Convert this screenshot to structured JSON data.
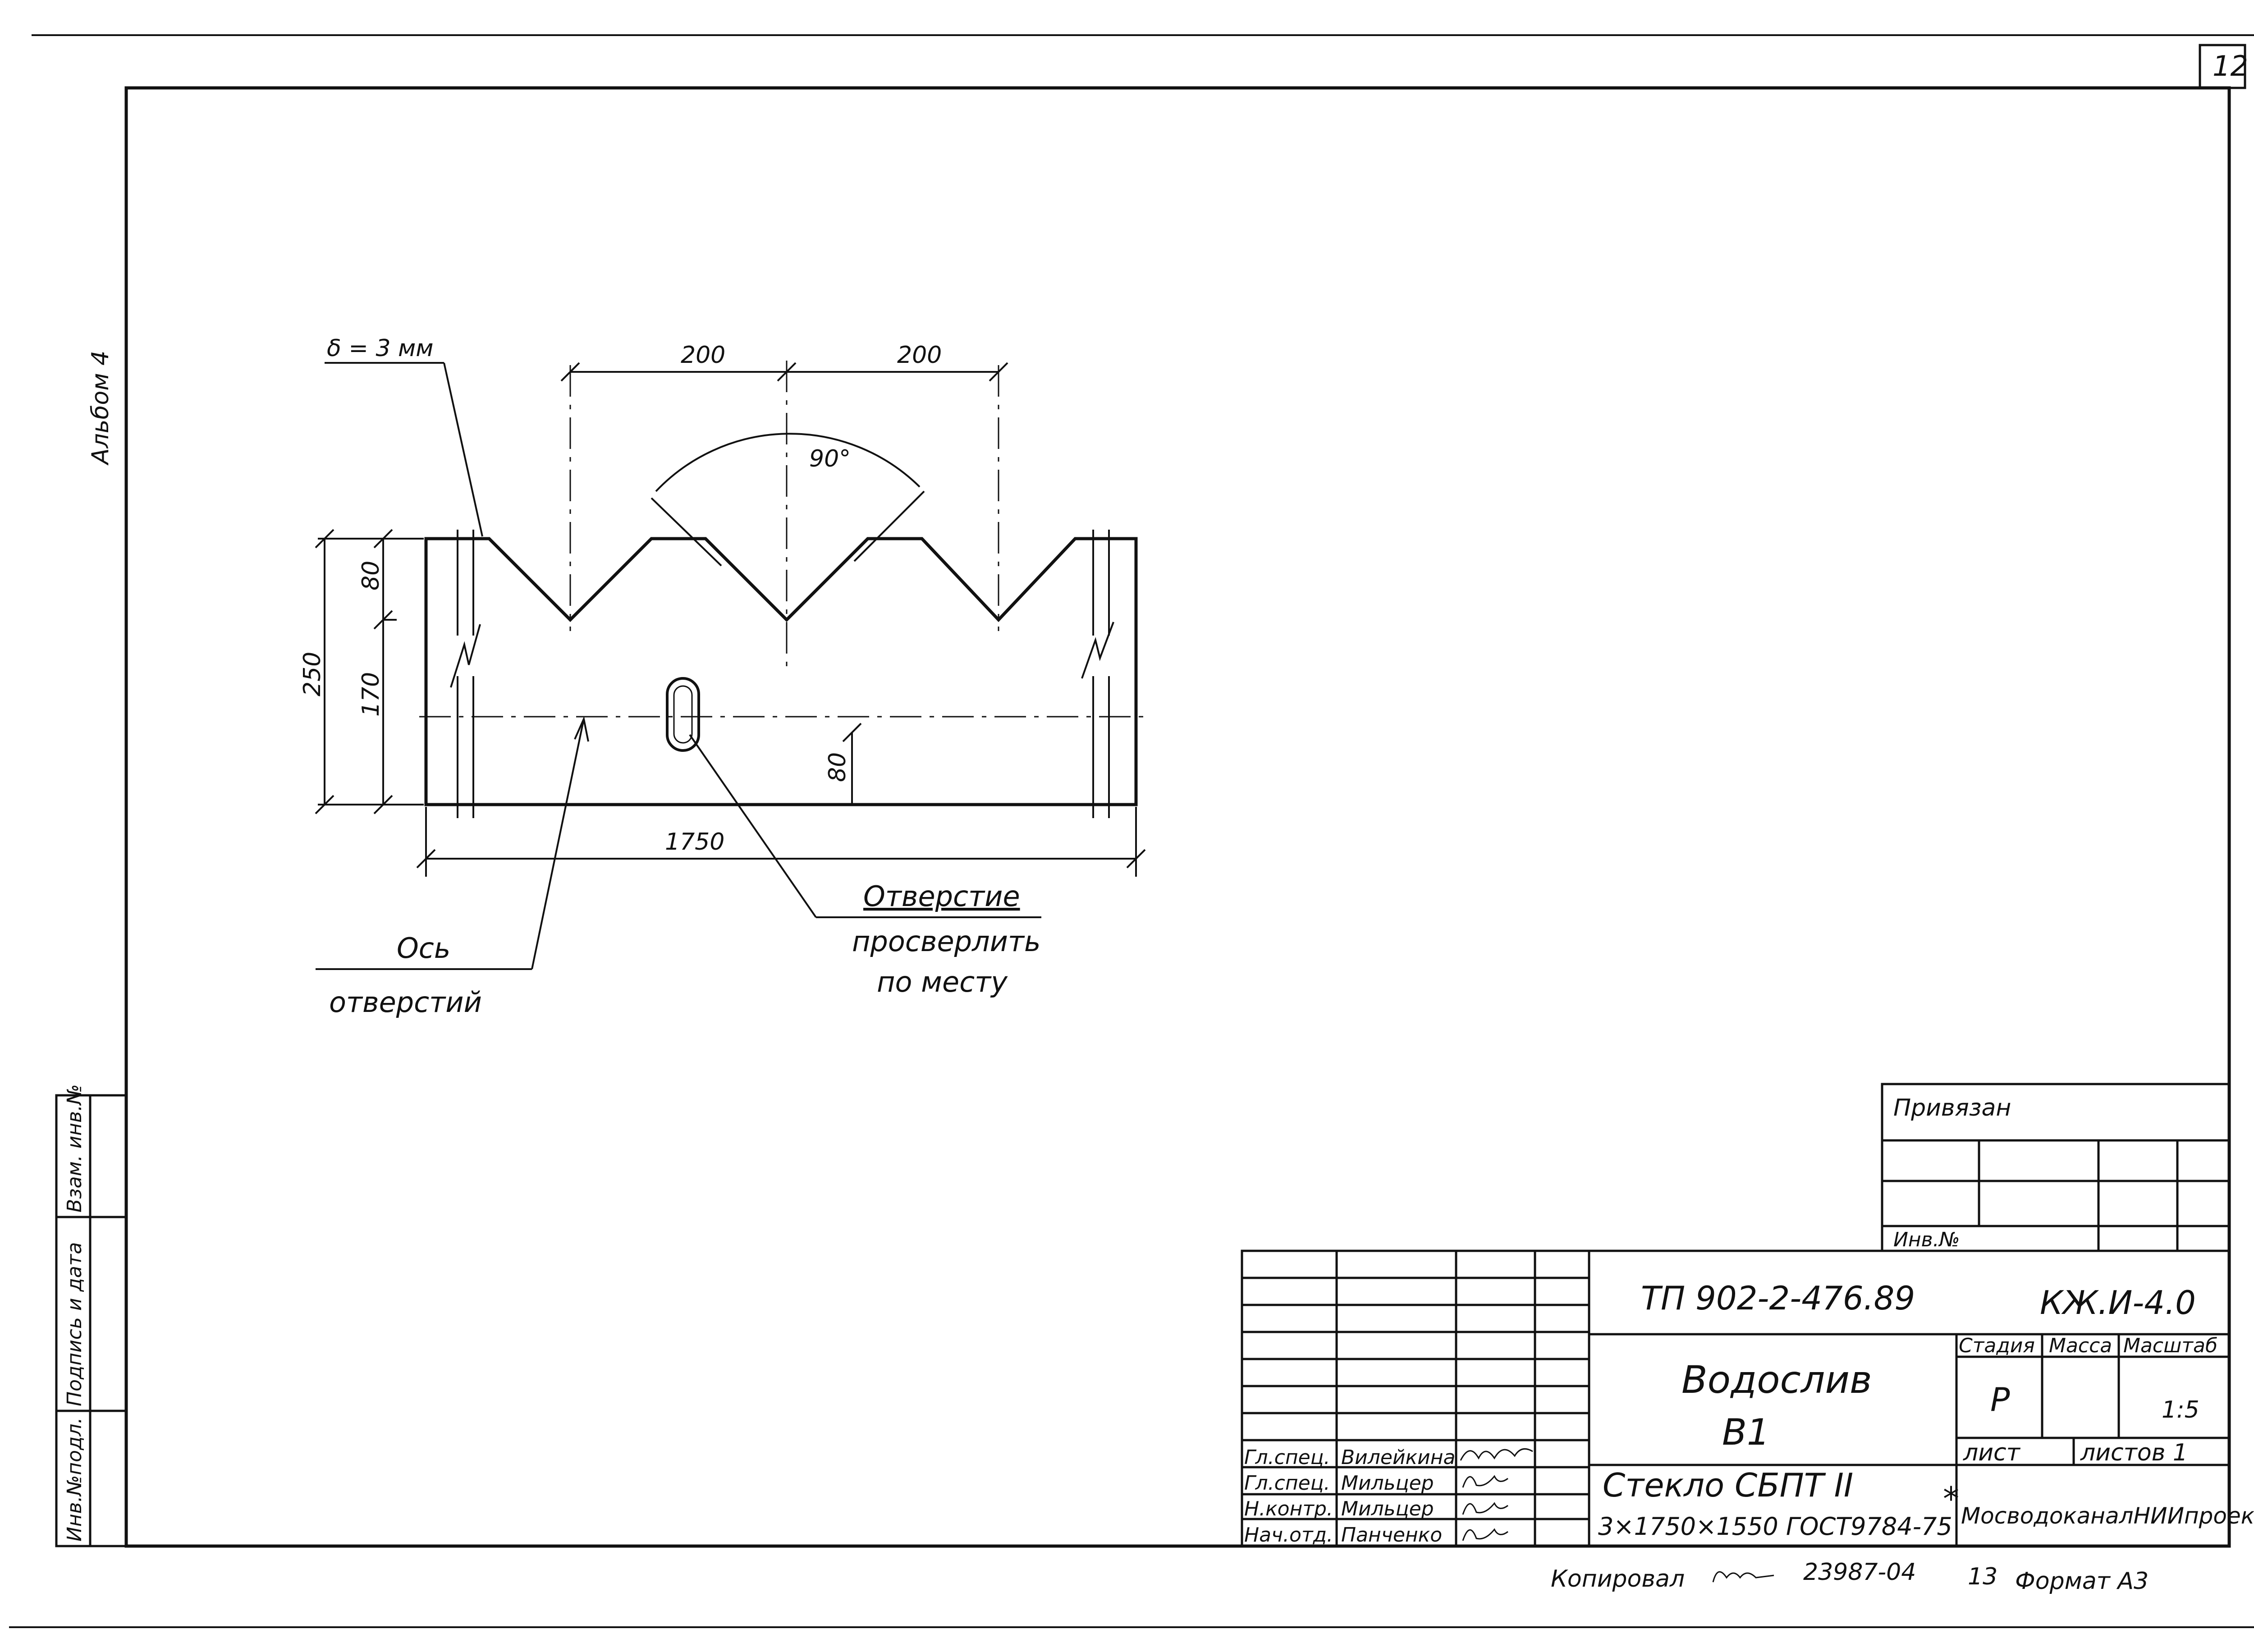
{
  "sheet": {
    "number": "12",
    "album": "Альбом 4"
  },
  "drawing": {
    "thickness": "δ = 3 мм",
    "dim_200_left": "200",
    "dim_200_right": "200",
    "angle": "90°",
    "dim_80_top": "80",
    "dim_250": "250",
    "dim_170": "170",
    "dim_80_right": "80",
    "dim_1750": "1750",
    "note_axis_line1": "Ось",
    "note_axis_line2": "отверстий",
    "note_hole_line1": "Отверстие",
    "note_hole_line2": "просверлить",
    "note_hole_line3": "по месту"
  },
  "side_stamp": {
    "inv_podl": "Инв.№подл.",
    "sign_date": "Подпись и дата",
    "vzam": "Взам. инв.№"
  },
  "privyazan": {
    "title": "Привязан",
    "inv": "Инв.№"
  },
  "title_block": {
    "doc_code": "ТП 902-2-476.89",
    "mark": "КЖ.И-4.0",
    "name_line1": "Водослив",
    "name_line2": "В1",
    "hdr_stage": "Стадия",
    "hdr_mass": "Масса",
    "hdr_scale": "Масштаб",
    "stage": "Р",
    "scale": "1:5",
    "sheet_label": "лист",
    "sheets_label": "листов 1",
    "material_line1": "Стекло СБПТ  II",
    "material_line2": "3×1750×1550 ГОСТ9784-75",
    "asterisk": "*",
    "org": "МосводоканалНИИпроект",
    "rows": [
      {
        "role": "Гл.спец.",
        "name": "Вилейкина"
      },
      {
        "role": "Гл.спец.",
        "name": "Мильцер"
      },
      {
        "role": "Н.контр.",
        "name": "Мильцер"
      },
      {
        "role": "Нач.отд.",
        "name": "Панченко"
      }
    ]
  },
  "footer": {
    "copied": "Копировал",
    "number": "23987-04",
    "page": "13",
    "format": "Формат А3"
  }
}
